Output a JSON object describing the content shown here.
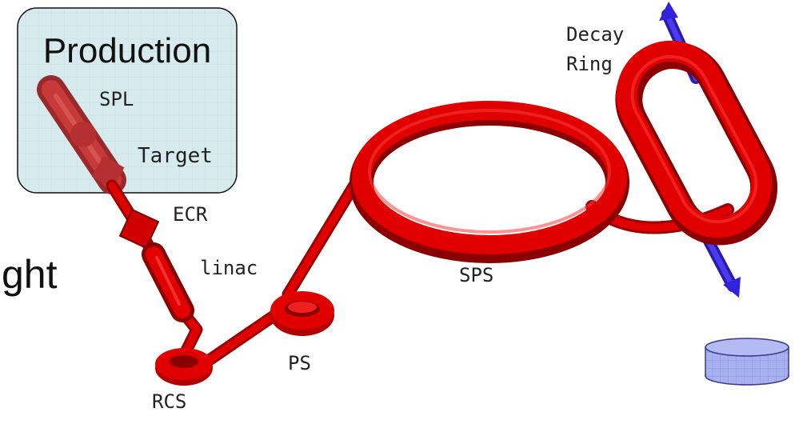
{
  "production_box": {
    "title": "Production"
  },
  "labels": {
    "spl": "SPL",
    "target": "Target",
    "ecr": "ECR",
    "linac": "linac",
    "rcs": "RCS",
    "ps": "PS",
    "sps": "SPS",
    "decay_line1": "Decay",
    "decay_line2": "Ring",
    "side_fragment": "ght"
  },
  "colors": {
    "beamline": "#e00000",
    "beamline_dark": "#9a0000",
    "neutrino_beam": "#3322dd",
    "production_fill": "#d7ebee",
    "detector_fill": "#a8b0f0",
    "detector_stroke": "#3a3a8a"
  },
  "icons": {
    "detector": "detector-cylinder-icon",
    "neutrino_arrow_up": "neutrino-beam-up-icon",
    "neutrino_arrow_down": "neutrino-beam-down-icon"
  }
}
